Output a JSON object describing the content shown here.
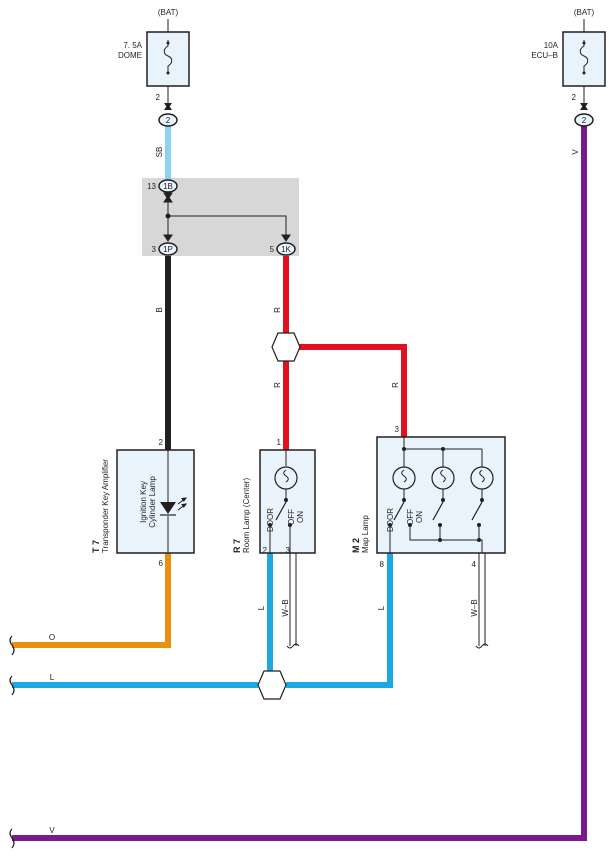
{
  "fuses": {
    "dome": {
      "supply": "(BAT)",
      "rating": "7. 5A",
      "name": "DOME",
      "pin": "2",
      "connector": "2"
    },
    "ecu_b": {
      "supply": "(BAT)",
      "rating": "10A",
      "name": "ECU–B",
      "pin": "2",
      "connector": "2"
    }
  },
  "junction_block": {
    "in": {
      "pin": "13",
      "connector": "1B"
    },
    "out_left": {
      "pin": "3",
      "connector": "1P"
    },
    "out_right": {
      "pin": "5",
      "connector": "1K"
    }
  },
  "wires": {
    "sb": "SB",
    "v_top": "V",
    "b": "B",
    "r1": "R",
    "r2": "R",
    "r3": "R",
    "o": "O",
    "l1": "L",
    "l_room": "L",
    "l_map": "L",
    "wb_room": "W–B",
    "wb_map": "W–B",
    "v_bottom": "V"
  },
  "components": {
    "t7": {
      "code": "T 7",
      "name": "Transponder Key Amplifier",
      "inner_line1": "Ignition Key",
      "inner_line2": "Cylinder Lamp",
      "pin_top": "2",
      "pin_bottom": "6"
    },
    "r7": {
      "code": "R 7",
      "name": "Room Lamp (Center)",
      "pin_top": "1",
      "pin_bottom_left": "2",
      "pin_bottom_right": "3",
      "sw_door": "DOOR",
      "sw_off": "OFF",
      "sw_on": "ON"
    },
    "m2": {
      "code": "M 2",
      "name": "Map Lamp",
      "pin_top": "3",
      "pin_bottom_left": "8",
      "pin_bottom_right": "4",
      "sw_door": "DOOR",
      "sw_off": "OFF",
      "sw_on": "ON"
    }
  },
  "colors": {
    "sb": "#8ed0ee",
    "v": "#7b1a8b",
    "b": "#231f20",
    "r": "#e3101e",
    "o": "#e8900f",
    "l": "#1ca8e0",
    "junction_fill": "#d7d7d7",
    "component_fill": "#e8f3fb"
  }
}
